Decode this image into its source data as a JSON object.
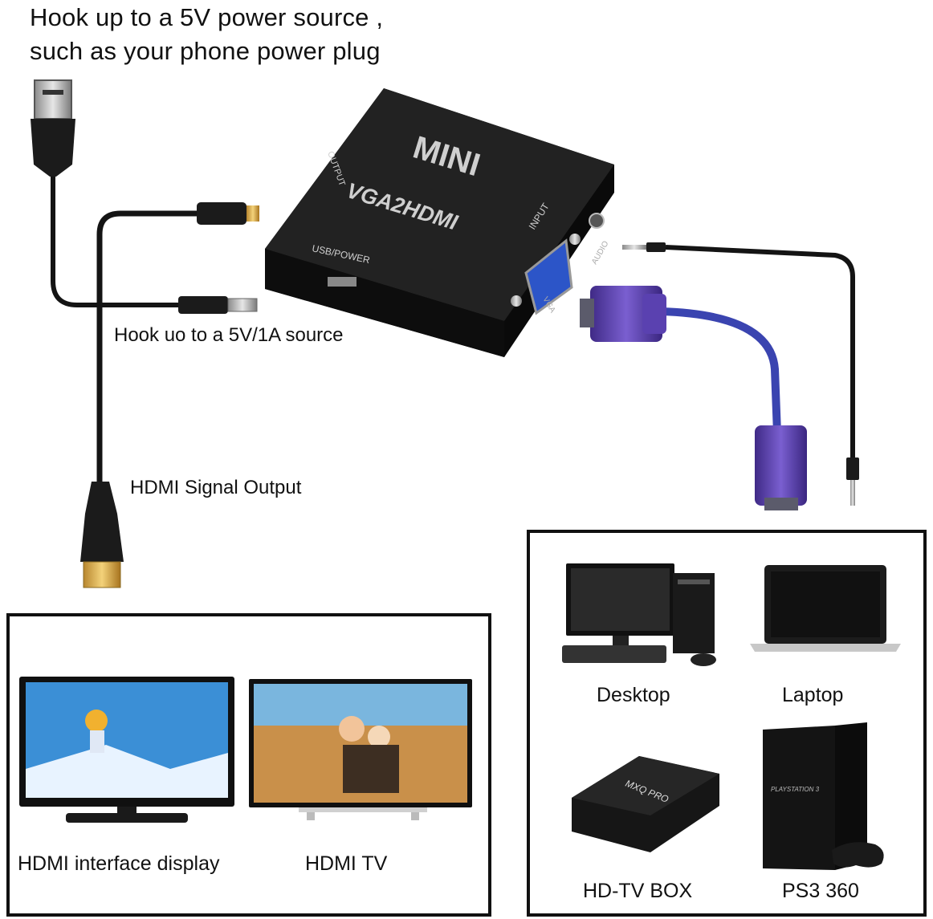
{
  "header": {
    "line1": "Hook up to a 5V power source ,",
    "line2": "such as your phone power plug"
  },
  "captions": {
    "power": "Hook uo to a 5V/1A source",
    "hdmi_out": "HDMI Signal Output"
  },
  "adapter": {
    "brand": "MINI",
    "model": "VGA2HDMI",
    "port_output": "OUTPUT",
    "port_usb": "USB/POWER",
    "port_input": "INPUT",
    "port_audio": "AUDIO",
    "port_vga": "VGA"
  },
  "outputs_box": {
    "items": [
      {
        "label": "HDMI interface display"
      },
      {
        "label": "HDMI TV"
      }
    ]
  },
  "sources_box": {
    "items": [
      {
        "label": "Desktop"
      },
      {
        "label": "Laptop"
      },
      {
        "label": "HD-TV BOX"
      },
      {
        "label": "PS3 360"
      }
    ],
    "tvbox_brand": "MXQ PRO",
    "ps3_brand": "PLAYSTATION 3"
  }
}
